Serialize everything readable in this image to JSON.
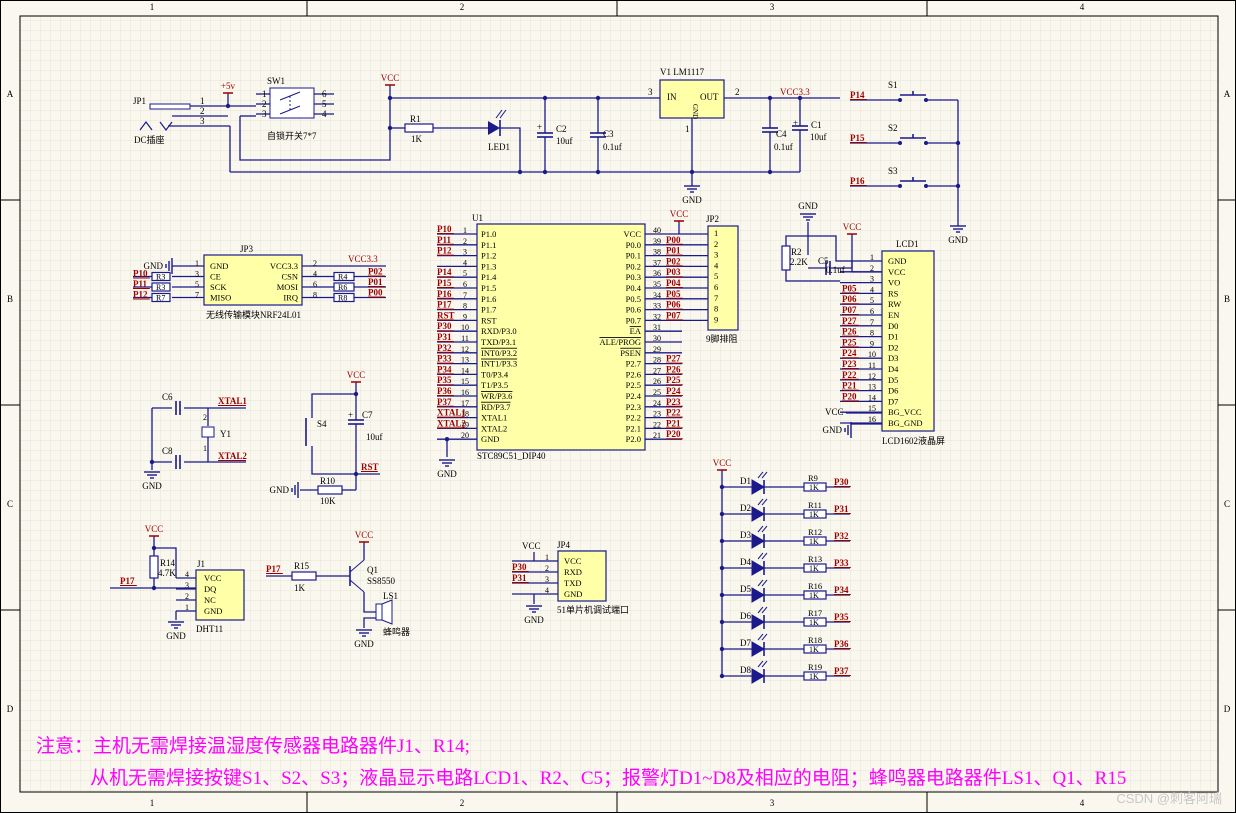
{
  "border": {
    "cols": [
      "1",
      "2",
      "3",
      "4"
    ],
    "rows": [
      "A",
      "B",
      "C",
      "D"
    ]
  },
  "colors": {
    "wire": "#1a1a8c",
    "chip": "#ffffa8",
    "net": "#9b0000",
    "ground": "#1a1a8c",
    "note": "#ff00ff"
  },
  "notes": {
    "line1": "注意：主机无需焊接温湿度传感器电路器件J1、R14;",
    "line2": "从机无需焊接按键S1、S2、S3；液晶显示电路LCD1、R2、C5；报警灯D1~D8及相应的电阻；蜂鸣器电路器件LS1、Q1、R15"
  },
  "watermark": "CSDN @刺客阿瑞",
  "power": {
    "jp1": "JP1",
    "dc_label": "DC插座",
    "plus5v": "+5v",
    "sw1": "SW1",
    "sw1_desc": "自锁开关7*7",
    "vcc": "VCC",
    "r1": "R1",
    "r1_val": "1K",
    "led1": "LED1",
    "c2": "C2",
    "c2_val": "10uf",
    "c3": "C3",
    "c3_val": "0.1uf",
    "v1": "V1",
    "v1_name": "LM1117",
    "v1_in": "IN",
    "v1_out": "OUT",
    "v1_gnd": "GND",
    "vcc33": "VCC3.3",
    "c4": "C4",
    "c4_val": "0.1uf",
    "c1": "C1",
    "c1_val": "10uf",
    "gnd": "GND"
  },
  "buttons": [
    {
      "ref": "S1",
      "net": "P14"
    },
    {
      "ref": "S2",
      "net": "P15"
    },
    {
      "ref": "S3",
      "net": "P16"
    }
  ],
  "mcu": {
    "ref": "U1",
    "part": "STC89C51_DIP40",
    "left": [
      {
        "pin": "1",
        "label": "P1.0",
        "net": "P10"
      },
      {
        "pin": "2",
        "label": "P1.1",
        "net": "P11"
      },
      {
        "pin": "3",
        "label": "P1.2",
        "net": "P12"
      },
      {
        "pin": "4",
        "label": "P1.3",
        "net": ""
      },
      {
        "pin": "5",
        "label": "P1.4",
        "net": "P14"
      },
      {
        "pin": "6",
        "label": "P1.5",
        "net": "P15"
      },
      {
        "pin": "7",
        "label": "P1.6",
        "net": "P16"
      },
      {
        "pin": "8",
        "label": "P1.7",
        "net": "P17"
      },
      {
        "pin": "9",
        "label": "RST",
        "net": "RST"
      },
      {
        "pin": "10",
        "label": "RXD/P3.0",
        "net": "P30"
      },
      {
        "pin": "11",
        "label": "TXD/P3.1",
        "net": "P31"
      },
      {
        "pin": "12",
        "label": "INT0/P3.2",
        "net": "P32"
      },
      {
        "pin": "13",
        "label": "INT1/P3.3",
        "net": "P33"
      },
      {
        "pin": "14",
        "label": "T0/P3.4",
        "net": "P34"
      },
      {
        "pin": "15",
        "label": "T1/P3.5",
        "net": "P35"
      },
      {
        "pin": "16",
        "label": "WR/P3.6",
        "net": "P36"
      },
      {
        "pin": "17",
        "label": "RD/P3.7",
        "net": "P37"
      },
      {
        "pin": "18",
        "label": "XTAL1",
        "net": "XTAL1"
      },
      {
        "pin": "19",
        "label": "XTAL2",
        "net": "XTAL2"
      },
      {
        "pin": "20",
        "label": "GND",
        "net": ""
      }
    ],
    "right": [
      {
        "pin": "40",
        "label": "VCC",
        "net": ""
      },
      {
        "pin": "39",
        "label": "P0.0",
        "net": "P00"
      },
      {
        "pin": "38",
        "label": "P0.1",
        "net": "P01"
      },
      {
        "pin": "37",
        "label": "P0.2",
        "net": "P02"
      },
      {
        "pin": "36",
        "label": "P0.3",
        "net": "P03"
      },
      {
        "pin": "35",
        "label": "P0.4",
        "net": "P04"
      },
      {
        "pin": "34",
        "label": "P0.5",
        "net": "P05"
      },
      {
        "pin": "33",
        "label": "P0.6",
        "net": "P06"
      },
      {
        "pin": "32",
        "label": "P0.7",
        "net": "P07"
      },
      {
        "pin": "31",
        "label": "EA",
        "net": ""
      },
      {
        "pin": "30",
        "label": "ALE/PROG",
        "net": ""
      },
      {
        "pin": "29",
        "label": "PSEN",
        "net": ""
      },
      {
        "pin": "28",
        "label": "P2.7",
        "net": "P27"
      },
      {
        "pin": "27",
        "label": "P2.6",
        "net": "P26"
      },
      {
        "pin": "26",
        "label": "P2.5",
        "net": "P25"
      },
      {
        "pin": "25",
        "label": "P2.4",
        "net": "P24"
      },
      {
        "pin": "24",
        "label": "P2.3",
        "net": "P23"
      },
      {
        "pin": "23",
        "label": "P2.2",
        "net": "P22"
      },
      {
        "pin": "22",
        "label": "P2.1",
        "net": "P21"
      },
      {
        "pin": "21",
        "label": "P2.0",
        "net": "P20"
      }
    ]
  },
  "jp2": {
    "ref": "JP2",
    "desc": "9脚排阻",
    "vcc": "VCC",
    "pins": [
      "1",
      "2",
      "3",
      "4",
      "5",
      "6",
      "7",
      "8",
      "9"
    ]
  },
  "lcd": {
    "ref": "LCD1",
    "desc": "LCD1602液晶屏",
    "r2": "R2",
    "r2_val": "2.2K",
    "c5": "C5",
    "c5_val": "0.1uf",
    "gnd": "GND",
    "vcc": "VCC",
    "pins": [
      {
        "pin": "1",
        "label": "GND",
        "net": ""
      },
      {
        "pin": "2",
        "label": "VCC",
        "net": ""
      },
      {
        "pin": "3",
        "label": "VO",
        "net": ""
      },
      {
        "pin": "4",
        "label": "RS",
        "net": "P05"
      },
      {
        "pin": "5",
        "label": "RW",
        "net": "P06"
      },
      {
        "pin": "6",
        "label": "EN",
        "net": "P07"
      },
      {
        "pin": "7",
        "label": "D0",
        "net": "P27"
      },
      {
        "pin": "8",
        "label": "D1",
        "net": "P26"
      },
      {
        "pin": "9",
        "label": "D2",
        "net": "P25"
      },
      {
        "pin": "10",
        "label": "D3",
        "net": "P24"
      },
      {
        "pin": "11",
        "label": "D4",
        "net": "P23"
      },
      {
        "pin": "12",
        "label": "D5",
        "net": "P22"
      },
      {
        "pin": "13",
        "label": "D6",
        "net": "P21"
      },
      {
        "pin": "14",
        "label": "D7",
        "net": "P20"
      },
      {
        "pin": "15",
        "label": "BG_VCC",
        "net": ""
      },
      {
        "pin": "16",
        "label": "BG_GND",
        "net": ""
      }
    ]
  },
  "nrf": {
    "ref": "JP3",
    "desc": "无线传输模块NRF24L01",
    "vcc33": "VCC3.3",
    "gnd": "GND",
    "left": [
      {
        "pin": "1",
        "label": "GND",
        "net": "",
        "res": ""
      },
      {
        "pin": "3",
        "label": "CE",
        "net": "P10",
        "res": "R3"
      },
      {
        "pin": "5",
        "label": "SCK",
        "net": "P11",
        "res": "R3"
      },
      {
        "pin": "7",
        "label": "MISO",
        "net": "P12",
        "res": "R7"
      }
    ],
    "right": [
      {
        "pin": "2",
        "label": "VCC3.3",
        "net": "",
        "res": ""
      },
      {
        "pin": "4",
        "label": "CSN",
        "net": "P02",
        "res": "R4"
      },
      {
        "pin": "6",
        "label": "MOSI",
        "net": "P01",
        "res": "R6"
      },
      {
        "pin": "8",
        "label": "IRQ",
        "net": "P00",
        "res": "R8"
      }
    ]
  },
  "crystal": {
    "c6": "C6",
    "c8": "C8",
    "y1": "Y1",
    "xtal1": "XTAL1",
    "xtal2": "XTAL2",
    "gnd": "GND"
  },
  "reset": {
    "vcc": "VCC",
    "s4": "S4",
    "c7": "C7",
    "c7_val": "10uf",
    "rst": "RST",
    "r10": "R10",
    "r10_val": "10K",
    "gnd": "GND"
  },
  "dht": {
    "ref": "J1",
    "part": "DHT11",
    "vcc": "VCC",
    "r14": "R14",
    "r14_val": "4.7K",
    "net": "P17",
    "gnd": "GND",
    "pins": [
      {
        "pin": "4",
        "label": "VCC"
      },
      {
        "pin": "3",
        "label": "DQ"
      },
      {
        "pin": "2",
        "label": "NC"
      },
      {
        "pin": "1",
        "label": "GND"
      }
    ]
  },
  "buzzer": {
    "vcc": "VCC",
    "r15": "R15",
    "r15_val": "1K",
    "net": "P17",
    "q1": "Q1",
    "q1_part": "SS8550",
    "ls1": "LS1",
    "ls1_desc": "蜂鸣器",
    "gnd": "GND"
  },
  "jp4": {
    "ref": "JP4",
    "desc": "51单片机调试端口",
    "vcc": "VCC",
    "gnd": "GND",
    "pins": [
      {
        "pin": "1",
        "label": "VCC",
        "net": ""
      },
      {
        "pin": "2",
        "label": "RXD",
        "net": "P30"
      },
      {
        "pin": "3",
        "label": "TXD",
        "net": "P31"
      },
      {
        "pin": "4",
        "label": "GND",
        "net": ""
      }
    ]
  },
  "leds": {
    "vcc": "VCC",
    "items": [
      {
        "d": "D1",
        "r": "R9",
        "val": "1K",
        "net": "P30"
      },
      {
        "d": "D2",
        "r": "R11",
        "val": "1K",
        "net": "P31"
      },
      {
        "d": "D3",
        "r": "R12",
        "val": "1K",
        "net": "P32"
      },
      {
        "d": "D4",
        "r": "R13",
        "val": "1K",
        "net": "P33"
      },
      {
        "d": "D5",
        "r": "R16",
        "val": "1K",
        "net": "P34"
      },
      {
        "d": "D6",
        "r": "R17",
        "val": "1K",
        "net": "P35"
      },
      {
        "d": "D7",
        "r": "R18",
        "val": "1K",
        "net": "P36"
      },
      {
        "d": "D8",
        "r": "R19",
        "val": "1K",
        "net": "P37"
      }
    ]
  }
}
